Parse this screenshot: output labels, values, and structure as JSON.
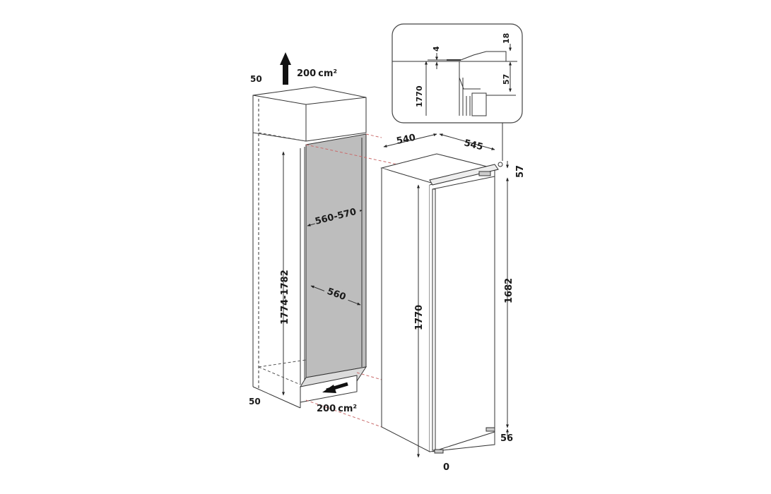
{
  "diagram": {
    "type": "built-in refrigerator installation dimensions",
    "niche": {
      "top_vent_gap": "50",
      "top_vent_area": "200",
      "top_vent_unit": "cm²",
      "height_range": "1774-1782",
      "width_range": "560-570",
      "depth": "560",
      "bottom_gap": "50",
      "bottom_vent_area": "200",
      "bottom_vent_unit": "cm²"
    },
    "appliance": {
      "width": "540",
      "depth": "545",
      "top_offset": "57",
      "height": "1770",
      "door_height": "1682",
      "bottom_offset": "56",
      "front_offset": "0"
    },
    "detail": {
      "gap_top": "4",
      "hinge_thickness": "18",
      "hinge_offset": "57",
      "height": "1770"
    },
    "colors": {
      "line": "#333333",
      "niche_fill": "#bdbdbd",
      "dashed_red": "#c96b6b",
      "dashed_grey": "#555555"
    }
  }
}
